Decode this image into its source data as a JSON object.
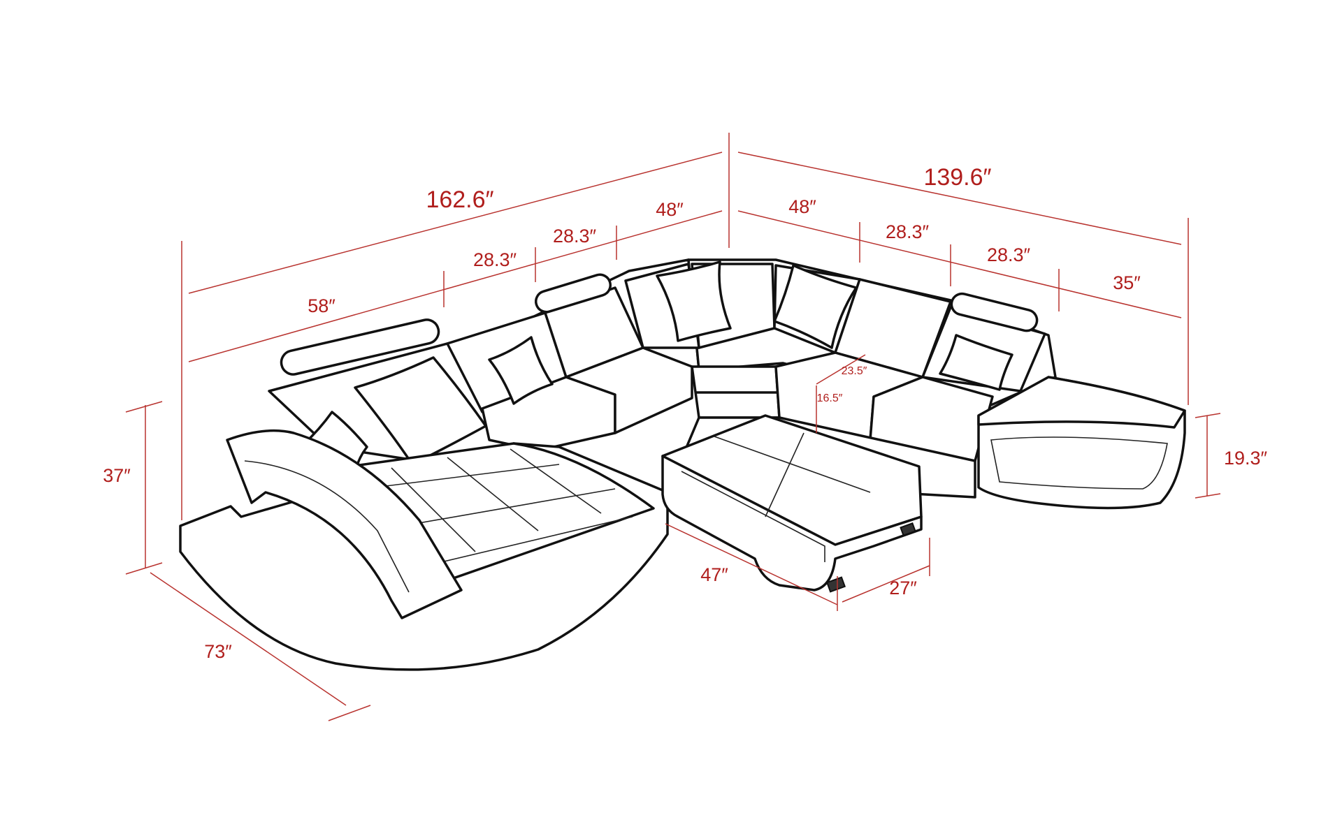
{
  "dimensions": {
    "total_left_length": "162.6″",
    "total_right_length": "139.6″",
    "chaise_length": "58″",
    "left_seat_1": "28.3″",
    "left_seat_2": "28.3″",
    "left_corner": "48″",
    "right_corner": "48″",
    "right_seat_1": "28.3″",
    "right_seat_2": "28.3″",
    "end_table": "35″",
    "overall_height": "37″",
    "chaise_depth": "73″",
    "ottoman_length": "47″",
    "ottoman_width": "27″",
    "end_table_height": "19.3″",
    "seat_depth": "23.5″",
    "seat_height": "16.5″"
  },
  "colors": {
    "dimension_lines": "#b8322e",
    "dimension_text": "#b01e1c",
    "outline": "#111111"
  }
}
